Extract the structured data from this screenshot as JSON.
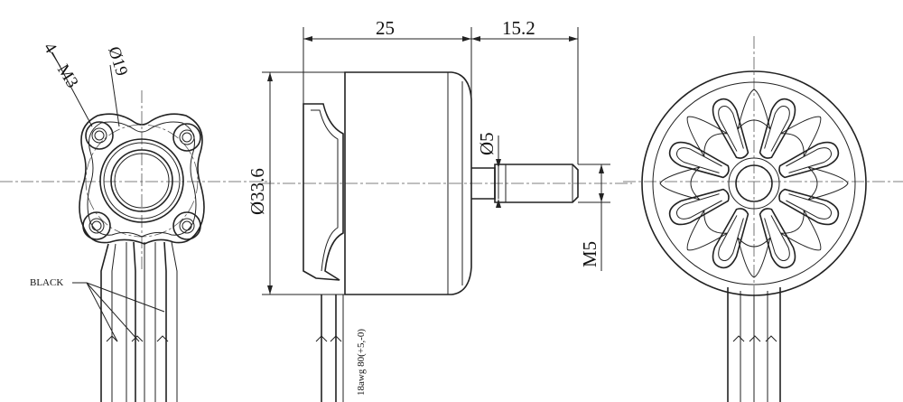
{
  "drawing": {
    "dim_width_body": "25",
    "dim_width_shaft": "15.2",
    "dim_diameter_body": "Ø33.6",
    "dim_shaft_diameter": "Ø5",
    "dim_thread": "M5",
    "dim_mount_holes": "4—M3",
    "dim_bolt_circle": "Ø19",
    "wire_label": "BLACK",
    "wire_spec": "18awg 80(+5,-0)"
  },
  "colors": {
    "line": "#222222",
    "background": "#ffffff"
  }
}
